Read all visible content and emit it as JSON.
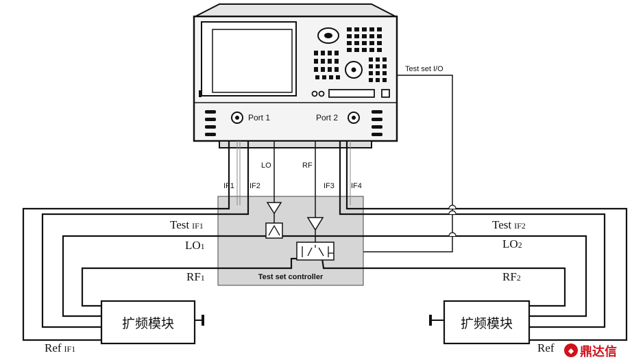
{
  "instrument": {
    "port1_label": "Port 1",
    "port2_label": "Port 2",
    "test_set_io_label": "Test set I/O"
  },
  "signals": {
    "if1": "IF1",
    "if2": "IF2",
    "lo": "LO",
    "rf": "RF",
    "if3": "IF3",
    "if4": "IF4"
  },
  "controller": {
    "label": "Test set controller"
  },
  "left_side": {
    "test_label": "Test",
    "test_sub": "IF1",
    "lo_label": "LO",
    "lo_sub": "1",
    "rf_label": "RF",
    "rf_sub": "1",
    "ref_label": "Ref",
    "ref_sub": "IF1",
    "module_label": "扩频模块"
  },
  "right_side": {
    "test_label": "Test",
    "test_sub": "IF2",
    "lo_label": "LO",
    "lo_sub": "2",
    "rf_label": "RF",
    "rf_sub": "2",
    "ref_label": "Ref",
    "module_label": "扩频模块"
  },
  "watermark": {
    "text": "鼎达信"
  },
  "colors": {
    "line": "#1a1a1a",
    "controller_fill": "#d6d6d6",
    "instrument_fill": "#f2f2f2",
    "watermark": "#d0121b"
  }
}
